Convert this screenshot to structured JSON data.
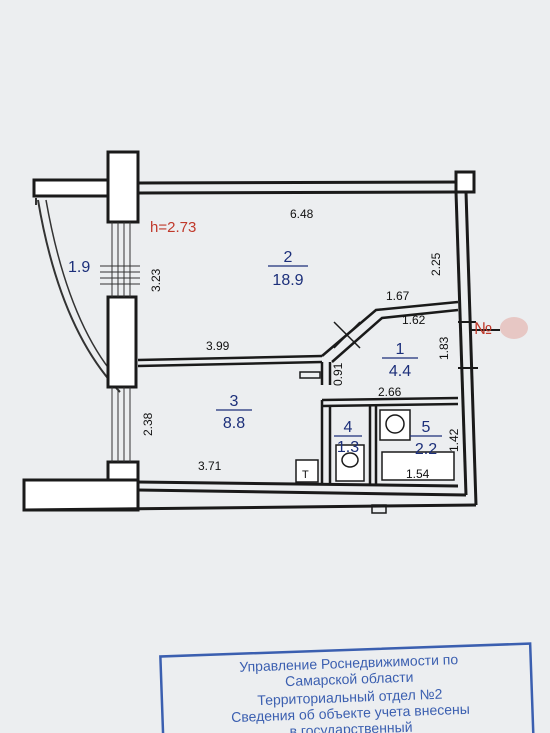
{
  "height_label": "h=2.73",
  "balcony_area": "1.9",
  "dimensions": {
    "top_width": "6.48",
    "right_upper": "2.25",
    "left_upper": "3.23",
    "partition_length": "3.99",
    "left_lower": "2.38",
    "bottom_width": "3.71",
    "hall_top": "1.67",
    "hall_top2": "1.62",
    "hall_right": "1.83",
    "hall_door": "0.91",
    "hall_width": "2.66",
    "bath_width": "1.54",
    "bath_height": "1.42"
  },
  "rooms": [
    {
      "number": "2",
      "area": "18.9"
    },
    {
      "number": "3",
      "area": "8.8"
    },
    {
      "number": "1",
      "area": "4.4"
    },
    {
      "number": "4",
      "area": "1.3"
    },
    {
      "number": "5",
      "area": "2.2"
    }
  ],
  "entrance_mark": "№",
  "stove_mark": "Т",
  "stamp_lines": [
    "Управление Роснедвижимости по",
    "Самарской области",
    "Территориальный отдел №2",
    "Сведения об объекте учета внесены",
    "в государственный"
  ],
  "colors": {
    "paper": "#eef0f1",
    "wall": "#1a1a1a",
    "room_label": "#1c2f7a",
    "height_label": "#c0392b",
    "stamp": "#3b5fb0",
    "entrance": "#c0392b"
  }
}
